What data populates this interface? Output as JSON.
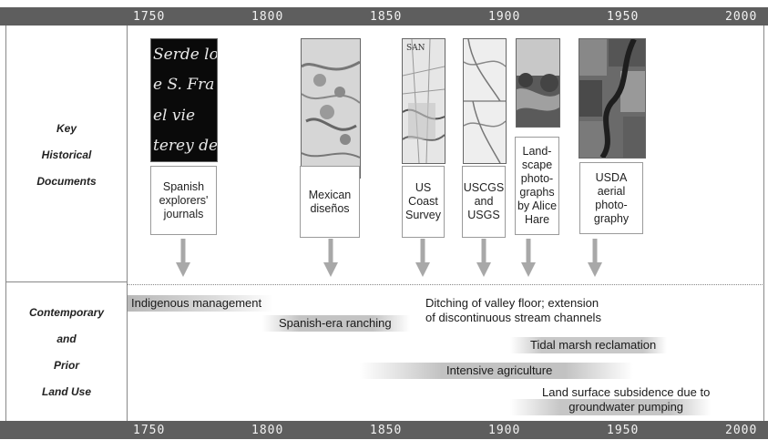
{
  "axis": {
    "ticks": [
      "1750",
      "1800",
      "1850",
      "1900",
      "1950",
      "2000"
    ]
  },
  "sections": {
    "documents_label": [
      "Key",
      "Historical",
      "Documents"
    ],
    "landuse_label": [
      "Contemporary",
      "and",
      "Prior",
      "Land Use"
    ]
  },
  "documents": [
    {
      "label": "Spanish explorers' journals",
      "lines": [
        "Spanish",
        "explorers'",
        "journals"
      ],
      "image": "handwritten-script-image",
      "script_text": [
        "Serde lo",
        "e S. Fra",
        "el vie",
        "terey de"
      ]
    },
    {
      "label": "Mexican diseños",
      "lines": [
        "Mexican",
        "diseños"
      ],
      "image": "hand-drawn-map-image"
    },
    {
      "label": "US Coast Survey",
      "lines": [
        "US",
        "Coast",
        "Survey"
      ],
      "image": "coast-survey-map-image",
      "map_text": "SAN"
    },
    {
      "label": "USCGS and USGS",
      "lines": [
        "USCGS",
        "and",
        "USGS"
      ],
      "image": "topographic-map-image"
    },
    {
      "label": "Landscape photographs by Alice Hare",
      "lines": [
        "Land-",
        "scape",
        "photo-",
        "graphs",
        "by Alice",
        "Hare"
      ],
      "image": "landscape-photo-image"
    },
    {
      "label": "USDA aerial photography",
      "lines": [
        "USDA",
        "aerial",
        "photo-",
        "graphy"
      ],
      "image": "aerial-photo-image"
    }
  ],
  "land_use": [
    {
      "lines": [
        "Indigenous management"
      ]
    },
    {
      "lines": [
        "Spanish-era ranching"
      ]
    },
    {
      "lines": [
        "Ditching of valley floor; extension",
        "of discontinuous stream channels"
      ]
    },
    {
      "lines": [
        "Tidal marsh reclamation"
      ]
    },
    {
      "lines": [
        "Intensive agriculture"
      ]
    },
    {
      "lines": [
        "Land surface subsidence due to",
        "groundwater pumping"
      ]
    }
  ],
  "colors": {
    "axis_bar": "#5e5e5e",
    "arrow": "#a8a8a8",
    "bar_dark": "#b8b8b8"
  }
}
